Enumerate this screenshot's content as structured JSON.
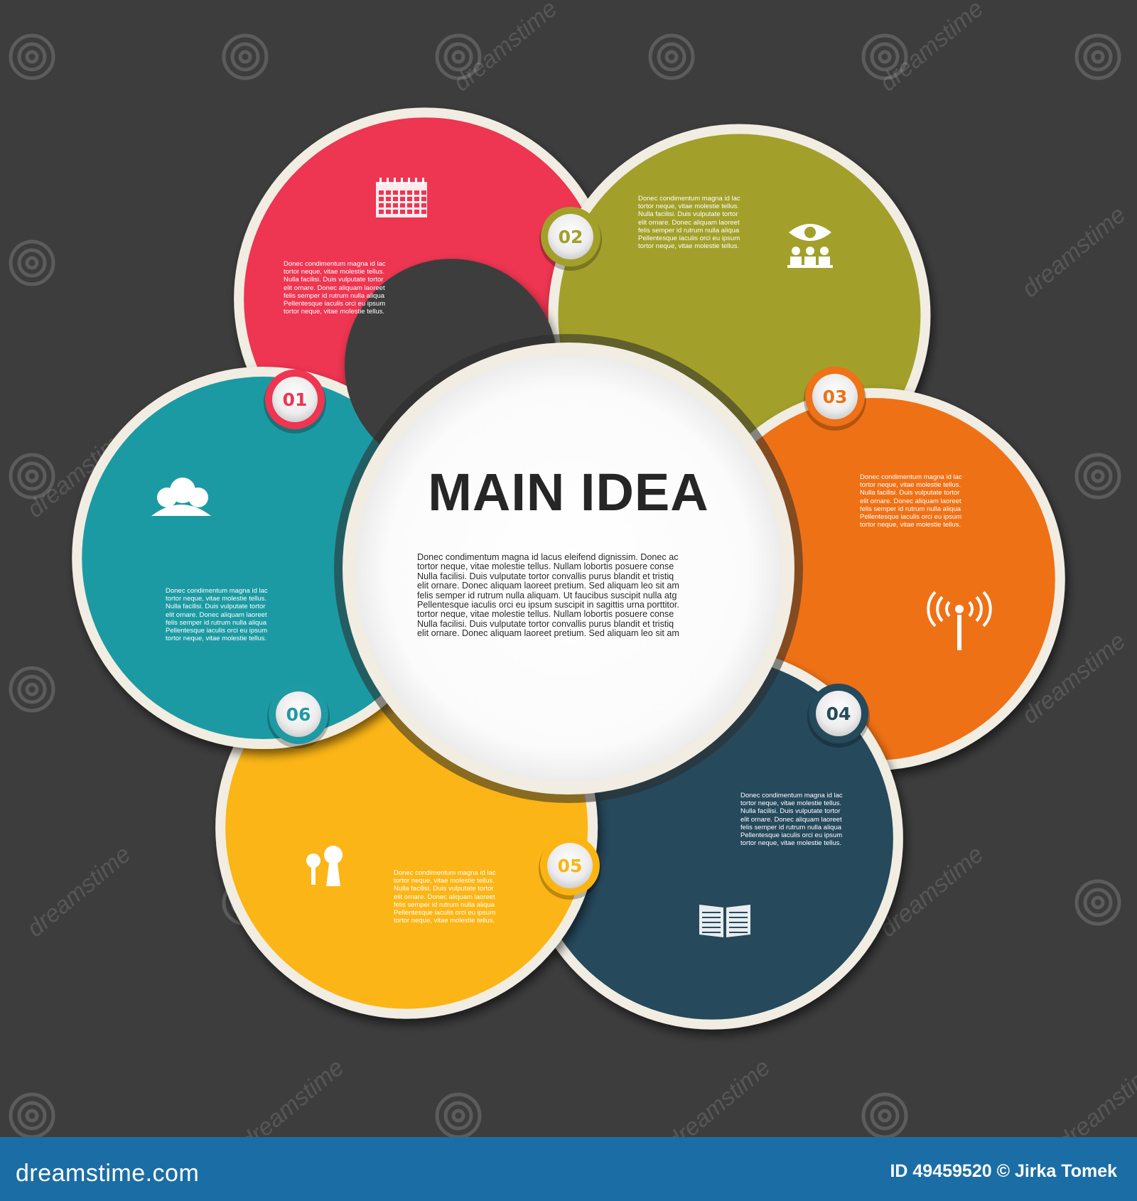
{
  "diagram": {
    "center": {
      "title": "MAIN IDEA",
      "body": "Donec condimentum magna id lacus eleifend dignissim. Donec ac\ntortor neque, vitae molestie tellus. Nullam lobortis posuere  conse\nNulla facilisi. Duis vulputate tortor convallis purus blandit et tristiq\nelit ornare. Donec aliquam laoreet pretium. Sed aliquam leo sit am\nfelis semper id rutrum nulla aliquam. Ut faucibus suscipit nulla atg\nPellentesque iaculis orci eu ipsum suscipit in sagittis urna porttitor.\ntortor neque, vitae molestie tellus. Nullam lobortis posuere  conse\nNulla facilisi. Duis vulputate tortor convallis purus blandit et tristiq\nelit ornare. Donec aliquam laoreet pretium. Sed aliquam leo sit am"
    },
    "steps": [
      {
        "number": "01",
        "color": "#ee3551",
        "icon": "calendar-icon",
        "text": "Donec condimentum magna id lac\ntortor neque, vitae molestie tellus.\nNulla facilisi. Duis vulputate tortor\nelit ornare. Donec aliquam laoreet\nfelis semper id rutrum nulla aliqua\nPellentesque iaculis orci eu ipsum\ntortor neque, vitae molestie tellus."
      },
      {
        "number": "02",
        "color": "#a2a02a",
        "icon": "eye-people-icon",
        "text": "Donec condimentum magna id lac\ntortor neque, vitae molestie tellus.\nNulla facilisi. Duis vulputate tortor\nelit ornare. Donec aliquam laoreet\nfelis semper id rutrum nulla aliqua\nPellentesque iaculis orci eu ipsum\ntortor neque, vitae molestie tellus."
      },
      {
        "number": "03",
        "color": "#ef7118",
        "icon": "antenna-tower-icon",
        "text": "Donec condimentum magna id lac\ntortor neque, vitae molestie tellus.\nNulla facilisi. Duis vulputate tortor\nelit ornare. Donec aliquam laoreet\nfelis semper id rutrum nulla aliqua\nPellentesque iaculis orci eu ipsum\ntortor neque, vitae molestie tellus."
      },
      {
        "number": "04",
        "color": "#254a5c",
        "icon": "open-book-icon",
        "text": "Donec condimentum magna id lac\ntortor neque, vitae molestie tellus.\nNulla facilisi. Duis vulputate tortor\nelit ornare. Donec aliquam laoreet\nfelis semper id rutrum nulla aliqua\nPellentesque iaculis orci eu ipsum\ntortor neque, vitae molestie tellus."
      },
      {
        "number": "05",
        "color": "#fbb513",
        "icon": "trees-icon",
        "text": "Donec condimentum magna id lac\ntortor neque, vitae molestie tellus.\nNulla facilisi. Duis vulputate tortor\nelit ornare. Donec aliquam laoreet\nfelis semper id rutrum nulla aliqua\nPellentesque iaculis orci eu ipsum\ntortor neque, vitae molestie tellus."
      },
      {
        "number": "06",
        "color": "#1f9aa3",
        "icon": "cloud-icon",
        "text": "Donec condimentum magna id lac\ntortor neque, vitae molestie tellus.\nNulla facilisi. Duis vulputate tortor\nelit ornare. Donec aliquam laoreet\nfelis semper id rutrum nulla aliqua\nPellentesque iaculis orci eu ipsum\ntortor neque, vitae molestie tellus."
      }
    ]
  },
  "watermark": {
    "text": "dreamstime"
  },
  "footer": {
    "brand": "dreamstime.com",
    "credit": "ID 49459520 © Jirka Tomek"
  },
  "colors": {
    "background": "#3d3d3d",
    "footer": "#1b6da5",
    "rim": "#f1ede2",
    "center": "#ffffff"
  }
}
